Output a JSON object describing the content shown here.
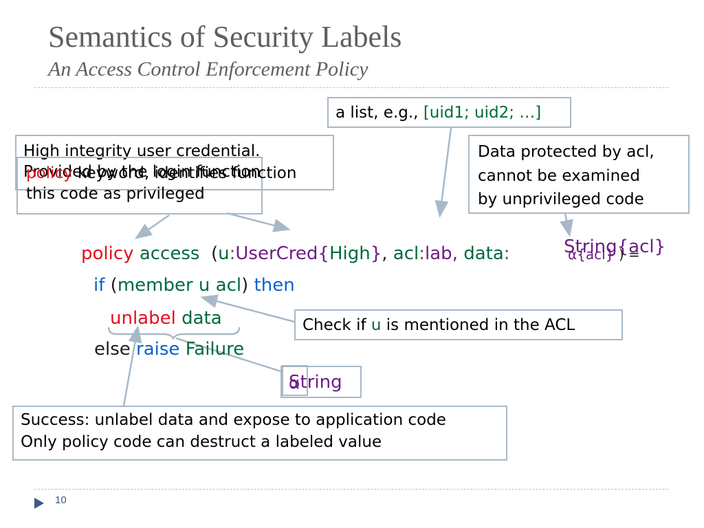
{
  "slide": {
    "title": "Semantics of Security Labels",
    "subtitle": "An Access Control Enforcement Policy",
    "page_number": "10"
  },
  "callouts": {
    "list_example": {
      "prefix": "a list, e.g., ",
      "example": "[uid1; uid2; …]"
    },
    "credential": {
      "line1": "High integrity user credential.",
      "overlap_keyword": "policy",
      "overlap_rest": " keyword, identifies function",
      "overlap_under": "Provided by the login function",
      "line3": "this code as privileged"
    },
    "protected": {
      "line1": "Data protected by acl,",
      "line2": "cannot be examined",
      "line3": "by unprivileged code"
    },
    "check": {
      "prefix": "Check if ",
      "var": "u",
      "suffix": " is mentioned in the ACL"
    },
    "string_type": {
      "overlay": "α",
      "text": "String"
    },
    "success": {
      "line1": "Success: unlabel data and expose to application code",
      "line2": "Only policy code can destruct a labeled value"
    }
  },
  "code": {
    "line1": {
      "kw_policy": "policy",
      "fn_access": "access",
      "open_paren": "(",
      "u": "u",
      "colon1": ":",
      "usercred": "UserCred{",
      "high": "High",
      "close_brace": "}",
      "comma1": ",",
      "acl": "acl",
      "colon2": ":",
      "lab": "lab",
      "comma2": ",",
      "data": "data",
      "colon3": ":",
      "string_type": "String{acl}",
      "overlap_alpha": "α{acl}",
      "tail": ") ="
    },
    "line2": {
      "kw_if": "if",
      "open": "(",
      "cond": "member u acl",
      "close": ")",
      "kw_then": "then"
    },
    "line3": {
      "kw_unlabel": "unlabel",
      "data": "data"
    },
    "line4": {
      "kw_else": "else",
      "kw_raise": "raise",
      "failure": "Failure"
    }
  },
  "colors": {
    "keyword": "#e0101e",
    "identifier": "#006a3c",
    "control": "#0c62c8",
    "type": "#6e1d84",
    "box_border": "#a8b8c8",
    "title": "#5f5f5f"
  }
}
